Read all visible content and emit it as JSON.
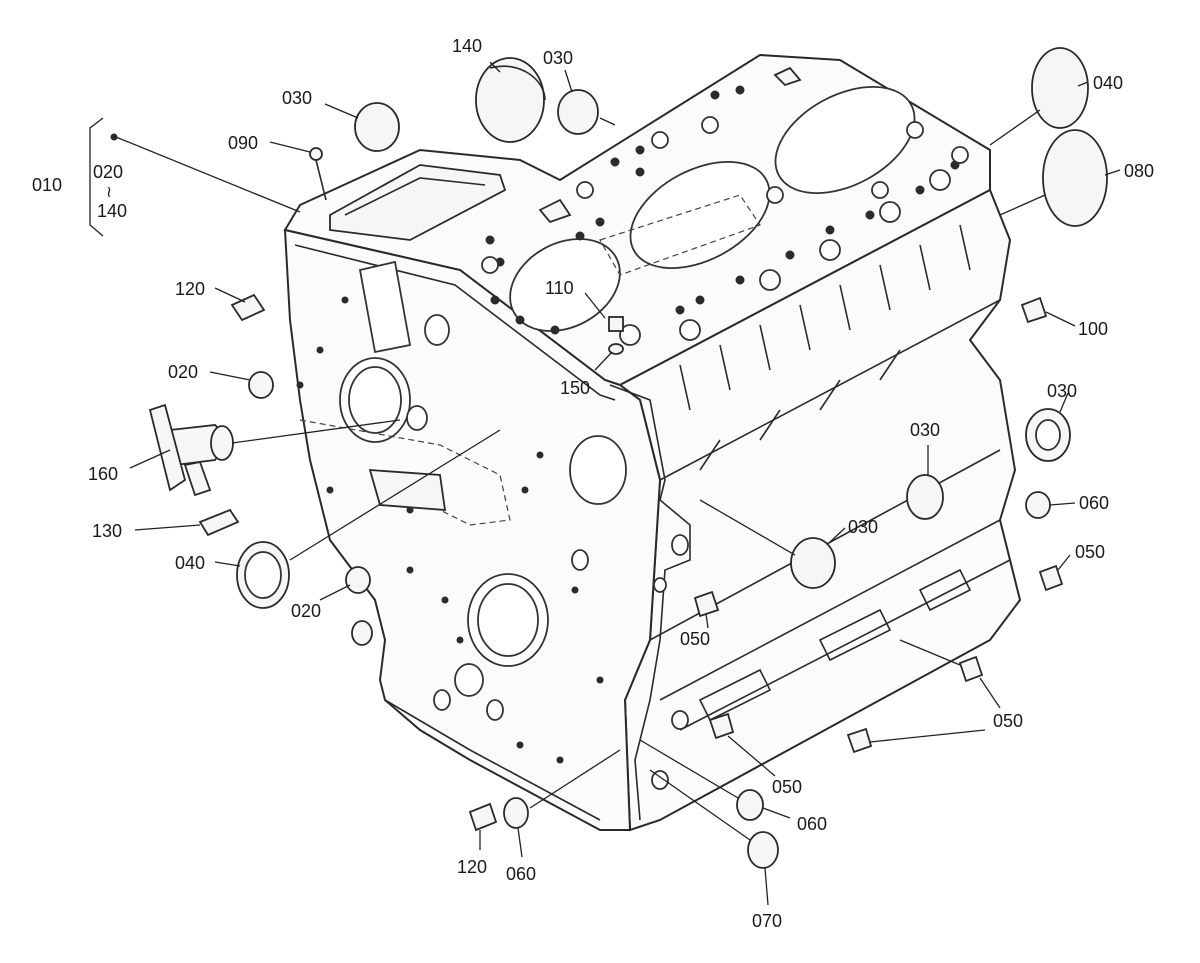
{
  "title": "",
  "bracket": {
    "top_label": "020",
    "range_sym": "≀",
    "bottom_label": "140",
    "group_label": "010"
  },
  "callouts": [
    {
      "id": "c140a",
      "text": "140"
    },
    {
      "id": "c030a",
      "text": "030"
    },
    {
      "id": "c040a",
      "text": "040"
    },
    {
      "id": "c030b",
      "text": "030"
    },
    {
      "id": "c090",
      "text": "090"
    },
    {
      "id": "c080",
      "text": "080"
    },
    {
      "id": "c120a",
      "text": "120"
    },
    {
      "id": "c110",
      "text": "110"
    },
    {
      "id": "c100",
      "text": "100"
    },
    {
      "id": "c150",
      "text": "150"
    },
    {
      "id": "c020a",
      "text": "020"
    },
    {
      "id": "c030c",
      "text": "030"
    },
    {
      "id": "c030d",
      "text": "030"
    },
    {
      "id": "c160",
      "text": "160"
    },
    {
      "id": "c060a",
      "text": "060"
    },
    {
      "id": "c130",
      "text": "130"
    },
    {
      "id": "c030e",
      "text": "030"
    },
    {
      "id": "c050a",
      "text": "050"
    },
    {
      "id": "c040b",
      "text": "040"
    },
    {
      "id": "c020b",
      "text": "020"
    },
    {
      "id": "c050b",
      "text": "050"
    },
    {
      "id": "c050c",
      "text": "050"
    },
    {
      "id": "c050d",
      "text": "050"
    },
    {
      "id": "c060b",
      "text": "060"
    },
    {
      "id": "c120b",
      "text": "120"
    },
    {
      "id": "c060c",
      "text": "060"
    },
    {
      "id": "c070",
      "text": "070"
    }
  ]
}
